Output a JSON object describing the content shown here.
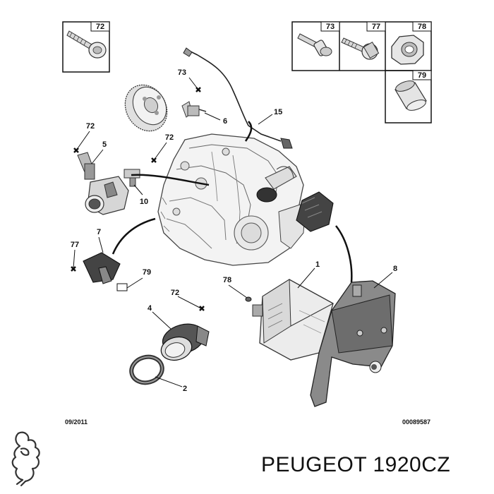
{
  "parts": {
    "box_72": "72",
    "box_73": "73",
    "box_77": "77",
    "box_78": "78",
    "box_79": "79",
    "p73": "73",
    "p6": "6",
    "p15": "15",
    "p72_a": "72",
    "p5": "5",
    "p72_b": "72",
    "p10": "10",
    "p7": "7",
    "p77": "77",
    "p79": "79",
    "p72_c": "72",
    "p4": "4",
    "p2": "2",
    "p78": "78",
    "p1": "1",
    "p8": "8"
  },
  "footer": {
    "date": "09/2011",
    "ref": "00089587"
  },
  "brand": {
    "text": "PEUGEOT 1920CZ"
  },
  "icons": {
    "logo": "peugeot-lion-logo"
  }
}
